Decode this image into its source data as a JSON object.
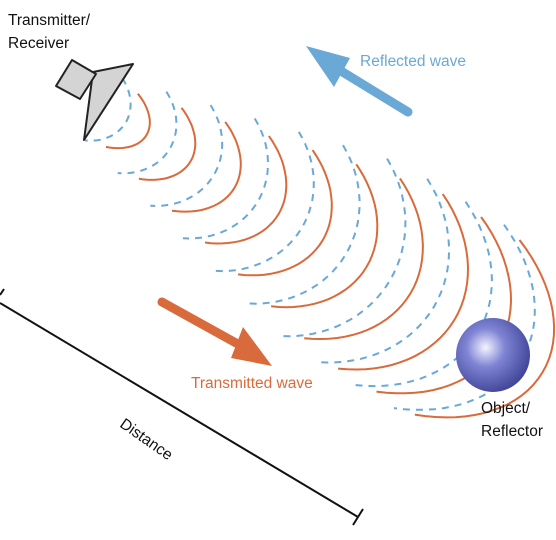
{
  "labels": {
    "transmitter": [
      "Transmitter/",
      "Receiver"
    ],
    "object": [
      "Object/",
      "Reflector"
    ],
    "reflected_wave": "Reflected wave",
    "transmitted_wave": "Transmitted wave",
    "distance": "Distance"
  },
  "colors": {
    "transmitted": "#d96a3c",
    "reflected": "#6aa8d6",
    "horn_fill": "#d4d4d4",
    "horn_stroke": "#222222",
    "object_light": "#f4f4ff",
    "object_mid": "#7f84d4",
    "object_dark": "#3d4295",
    "text": "#111111"
  },
  "icons": {
    "transmitter": "horn-antenna-icon",
    "object": "sphere-icon",
    "reflected_arrow": "arrow-up-left-icon",
    "transmitted_arrow": "arrow-down-right-icon"
  }
}
